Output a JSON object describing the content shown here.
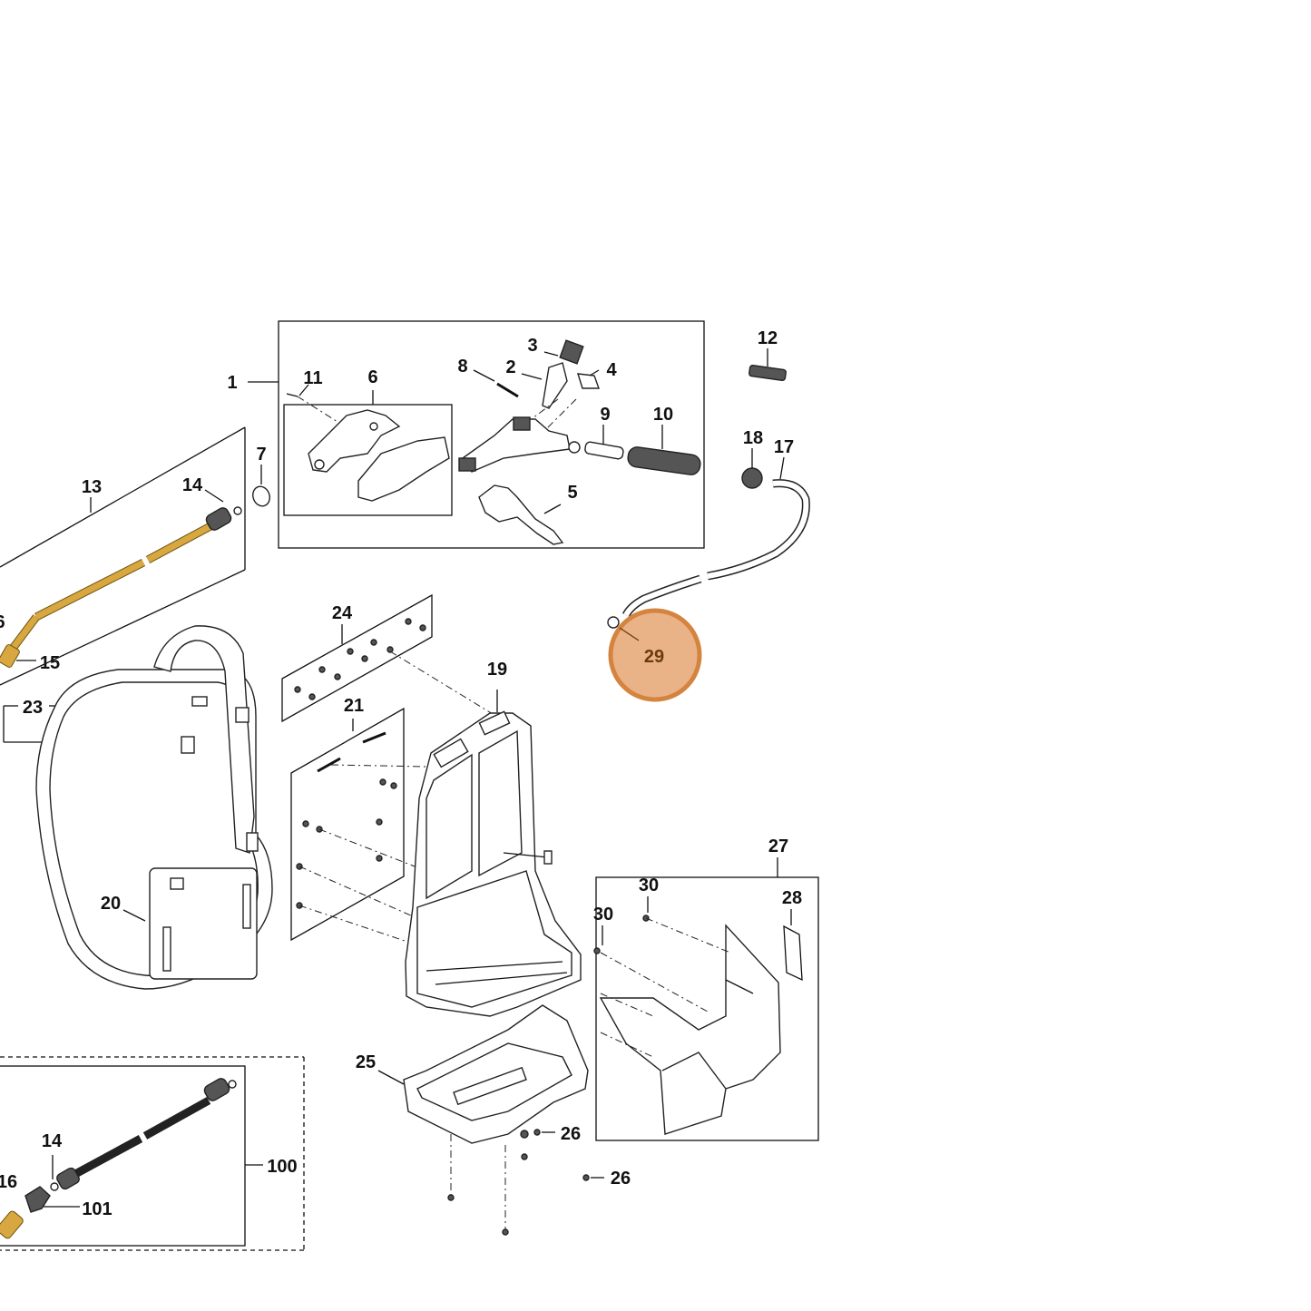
{
  "diagram": {
    "callouts": {
      "c1": "1",
      "c2": "2",
      "c3": "3",
      "c4": "4",
      "c5": "5",
      "c6": "6",
      "c7": "7",
      "c8": "8",
      "c9": "9",
      "c10": "10",
      "c11": "11",
      "c12": "12",
      "c13": "13",
      "c14a": "14",
      "c14b": "14",
      "c15": "15",
      "c16a": "6",
      "c16b": "16",
      "c17": "17",
      "c18": "18",
      "c19": "19",
      "c20": "20",
      "c21": "21",
      "c23": "23",
      "c24": "24",
      "c25": "25",
      "c26a": "26",
      "c26b": "26",
      "c27": "27",
      "c28": "28",
      "c30a": "30",
      "c30b": "30",
      "c100": "100",
      "c101": "101"
    },
    "highlighted": {
      "label": "29",
      "ring_color": "#d4843e",
      "fill_color": "#e9b387",
      "text_color": "#6a3a10"
    }
  }
}
